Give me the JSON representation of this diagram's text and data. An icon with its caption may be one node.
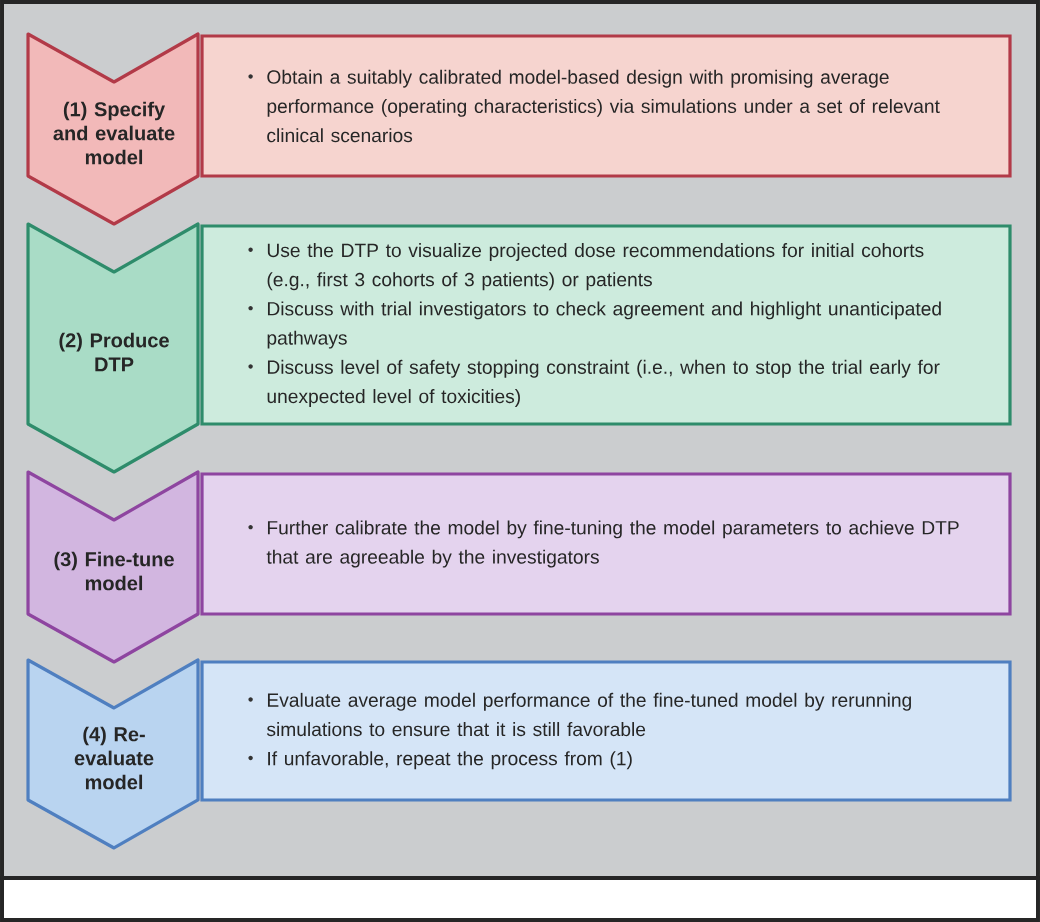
{
  "diagram": {
    "nodes": [
      {
        "text": [
          "(1) Specify and evaluate model"
        ]
      },
      {
        "text": [
          "Obtain a suitably calibrated model-based design with promising average performance (operating characteristics) via simulations under a set of relevant clinical scenarios"
        ]
      },
      {
        "text": [
          "(2) Produce DTP"
        ]
      },
      {
        "text": [
          "Use the DTP to visualize projected dose recommendations for initial cohorts (e.g., first 3 cohorts of 3 patients) or patients",
          "Discuss with trial investigators to check agreement and highlight unanticipated pathways",
          "Discuss level of safety stopping constraint (i.e., when to stop the trial early for unexpected level of toxicities)"
        ]
      },
      {
        "text": [
          "(3) Fine-tune model"
        ]
      },
      {
        "text": [
          "Further calibrate the model by fine-tuning the model parameters to achieve DTP that are agreeable by the investigators"
        ]
      },
      {
        "text": [
          "(4) Re-evaluate model"
        ]
      },
      {
        "text": [
          "Evaluate average model performance of the fine-tuned model by rerunning simulations to ensure that it is still favorable",
          "If unfavorable, repeat the process from (1)"
        ]
      }
    ]
  }
}
